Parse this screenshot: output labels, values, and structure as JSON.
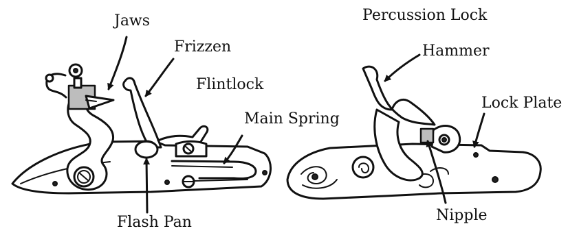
{
  "labels": {
    "jaws": "Jaws",
    "frizzen": "Frizzen",
    "flintlock": "Flintlock",
    "main_spring": "Main Spring",
    "flash_pan": "Flash Pan",
    "percussion_lock": "Percussion Lock",
    "hammer": "Hammer",
    "lock_plate": "Lock Plate",
    "nipple": "Nipple"
  }
}
